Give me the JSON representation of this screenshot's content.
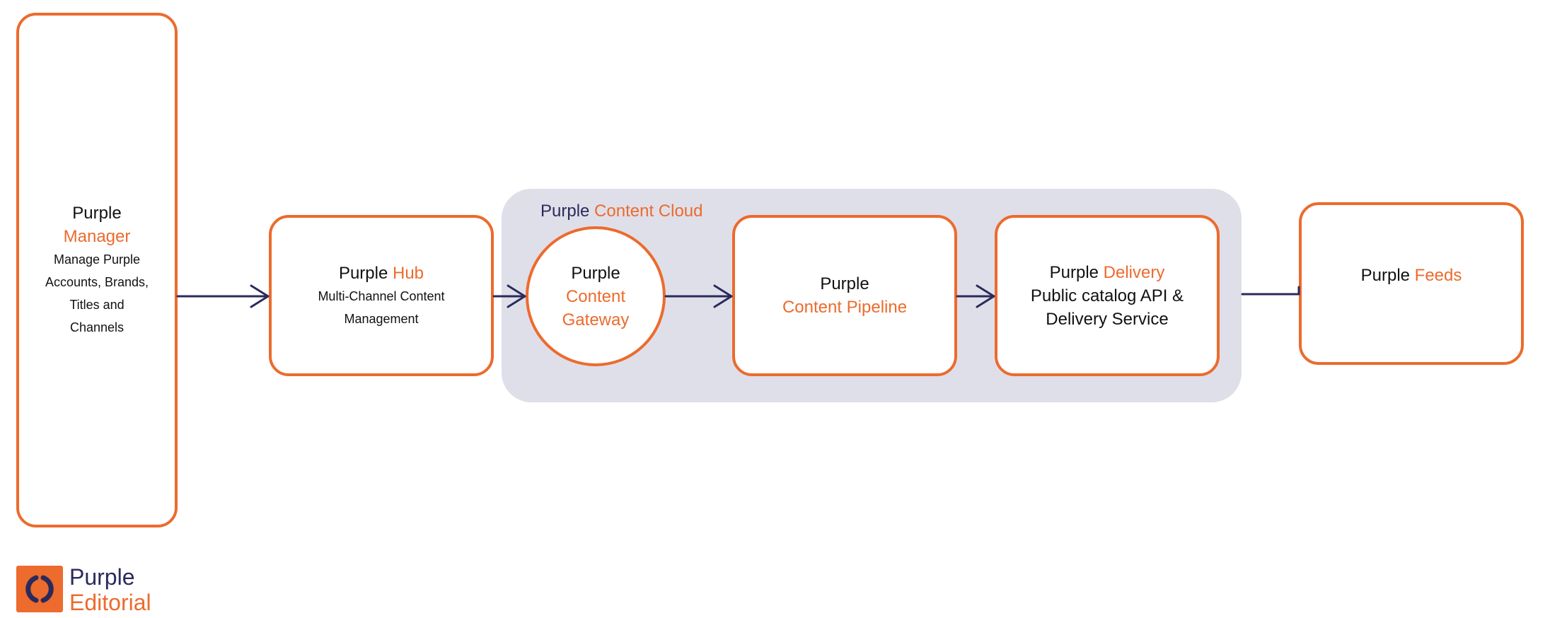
{
  "colors": {
    "accent": "#ec6b2d",
    "navy": "#2b2a5c",
    "cloud_bg": "#dfdfe9"
  },
  "manager": {
    "prefix": "Purple",
    "name": "Manager",
    "description": "Manage Purple Accounts, Brands, Titles and Channels"
  },
  "hub": {
    "prefix": "Purple",
    "name": "Hub",
    "description": "Multi-Channel Content Management"
  },
  "cloud": {
    "prefix": "Purple",
    "name": "Content Cloud"
  },
  "gateway": {
    "prefix": "Purple",
    "name_line1": "Content",
    "name_line2": "Gateway"
  },
  "pipeline": {
    "prefix": "Purple",
    "name": "Content Pipeline"
  },
  "delivery": {
    "prefix": "Purple",
    "name": "Delivery",
    "description_line1": "Public catalog API &",
    "description_line2": "Delivery Service"
  },
  "feeds": {
    "prefix": "Purple",
    "name": "Feeds"
  },
  "logo": {
    "icon": "purple-logo-icon",
    "line1": "Purple",
    "line2": "Editorial"
  }
}
